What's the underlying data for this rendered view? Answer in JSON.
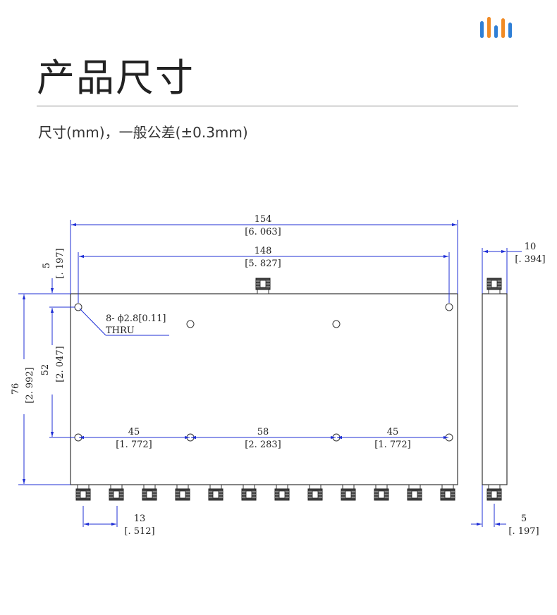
{
  "header": {
    "title": "产品尺寸",
    "subtitle": "尺寸(mm)，一般公差(±0.3mm)",
    "logo_icon": "brand-bars-icon",
    "logo_colors": [
      "#2f7fd6",
      "#f08a24",
      "#2f7fd6",
      "#f08a24",
      "#2f7fd6"
    ]
  },
  "drawing": {
    "colors": {
      "outline": "#333333",
      "dimension": "#1f2fd6"
    },
    "overall_length": {
      "mm": "154",
      "inch": "[6. 063]"
    },
    "hole_span": {
      "mm": "148",
      "inch": "[5. 827]"
    },
    "top_offset": {
      "mm": "5",
      "inch": "[. 197]"
    },
    "height": {
      "mm": "76",
      "inch": "[2. 992]"
    },
    "hole_vertical_spacing": {
      "mm": "52",
      "inch": "[2. 047]"
    },
    "hole_note": {
      "line1": "8- ϕ2.8[0.11]",
      "line2": "THRU"
    },
    "bottom_spacing_left": {
      "mm": "45",
      "inch": "[1. 772]"
    },
    "bottom_spacing_middle": {
      "mm": "58",
      "inch": "[2. 283]"
    },
    "bottom_spacing_right": {
      "mm": "45",
      "inch": "[1. 772]"
    },
    "connector_pitch": {
      "mm": "13",
      "inch": "[. 512]"
    },
    "thickness": {
      "mm": "10",
      "inch": "[. 394]"
    },
    "side_connector_offset": {
      "mm": "5",
      "inch": "[. 197]"
    },
    "output_port_count": 12
  }
}
